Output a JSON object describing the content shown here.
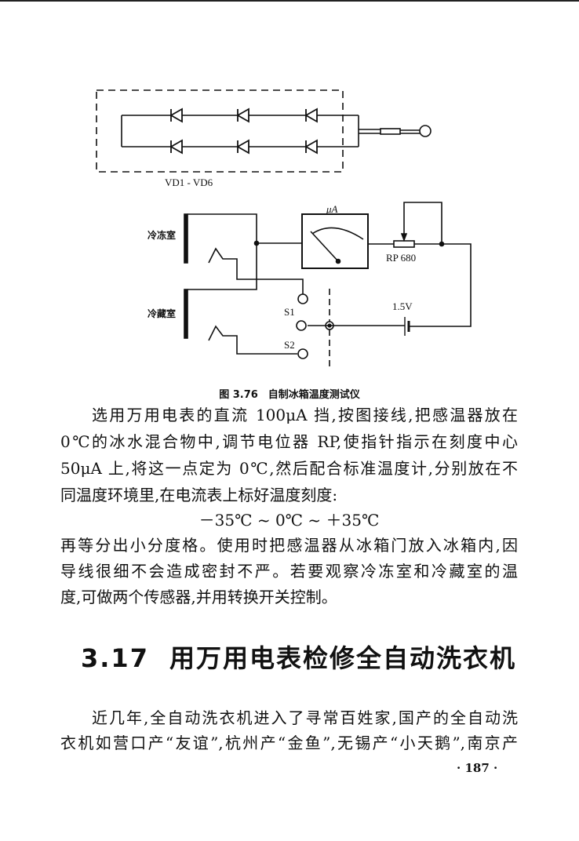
{
  "figure": {
    "labels": {
      "diodes": "VD1 - VD6",
      "meter": "μA",
      "freezer": "冷冻室",
      "fridge": "冷藏室",
      "potentiometer": "RP 680",
      "battery": "1.5V",
      "switch1": "S1",
      "switch2": "S2"
    },
    "caption": "图 3.76　自制冰箱温度测试仪"
  },
  "body": {
    "paragraph1": [
      "选用万用电表的直流 100μA 挡,按图接线,把感温器放在",
      "0℃的冰水混合物中,调节电位器 RP,使指针指示在刻度中心",
      "50μA 上,将这一点定为 0℃,然后配合标准温度计,分别放在不",
      "同温度环境里,在电流表上标好温度刻度:"
    ],
    "formula": "－35℃ ~ 0℃ ~ ＋35℃",
    "paragraph2": [
      "再等分出小分度格。使用时把感温器从冰箱门放入冰箱内,因",
      "导线很细不会造成密封不严。若要观察冷冻室和冷藏室的温",
      "度,可做两个传感器,并用转换开关控制。"
    ]
  },
  "section": {
    "number": "3.17",
    "title": "用万用电表检修全自动洗衣机"
  },
  "section_body": [
    "近几年,全自动洗衣机进入了寻常百姓家,国产的全自动洗",
    "衣机如营口产“友谊”,杭州产“金鱼”,无锡产“小天鹅”,南京产"
  ],
  "page_number": "· 187 ·"
}
